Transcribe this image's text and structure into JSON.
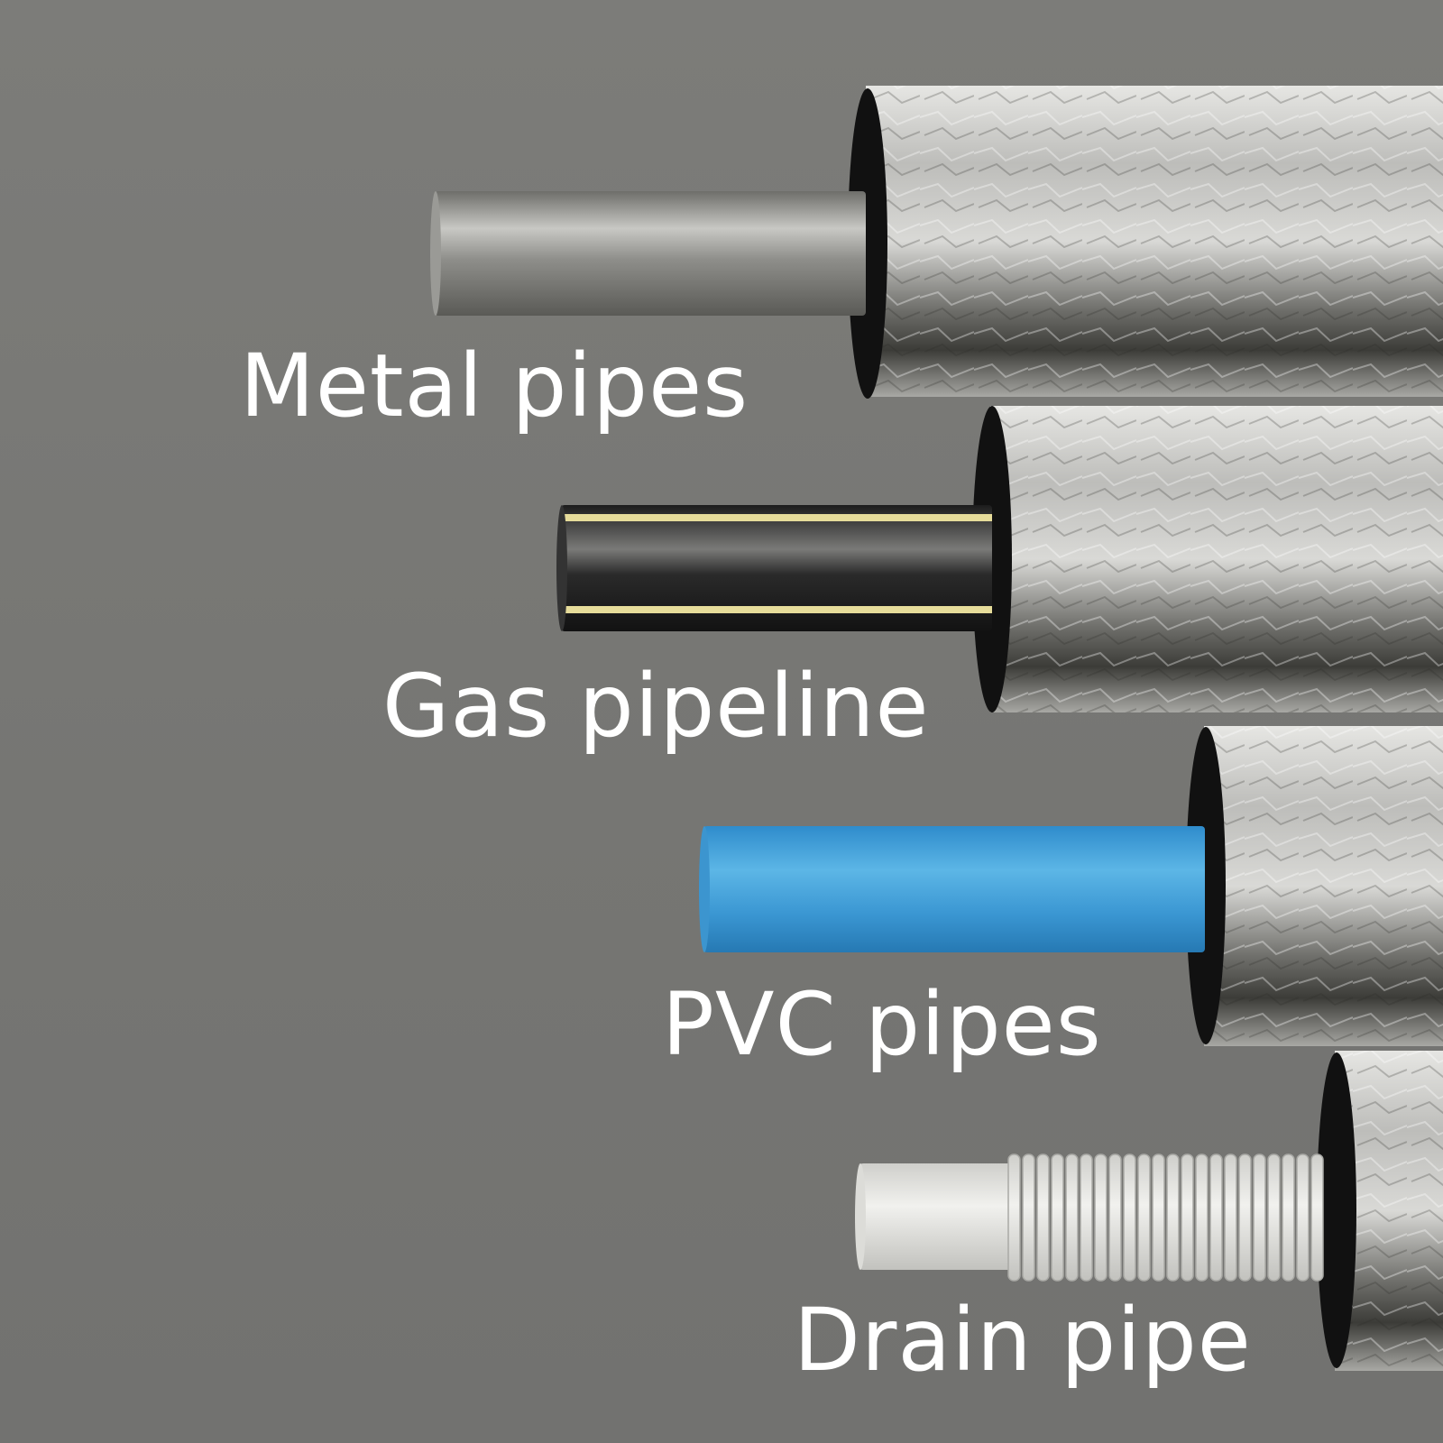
{
  "background_color": "#777774",
  "pipes": [
    {
      "label": "Metal pipes",
      "inner_pipe": "steel",
      "inner_color": "#9a9a96"
    },
    {
      "label": "Gas pipeline",
      "inner_pipe": "black-with-yellow-stripes",
      "inner_color": "#2a2a2a",
      "stripe_color": "#e6dc9a"
    },
    {
      "label": "PVC pipes",
      "inner_pipe": "blue-pvc",
      "inner_color": "#3f9fd6"
    },
    {
      "label": "Drain pipe",
      "inner_pipe": "white-corrugated",
      "inner_color": "#e3e3df"
    }
  ],
  "insulation": {
    "material": "aluminum-foil",
    "color": "#c9c9c6"
  }
}
